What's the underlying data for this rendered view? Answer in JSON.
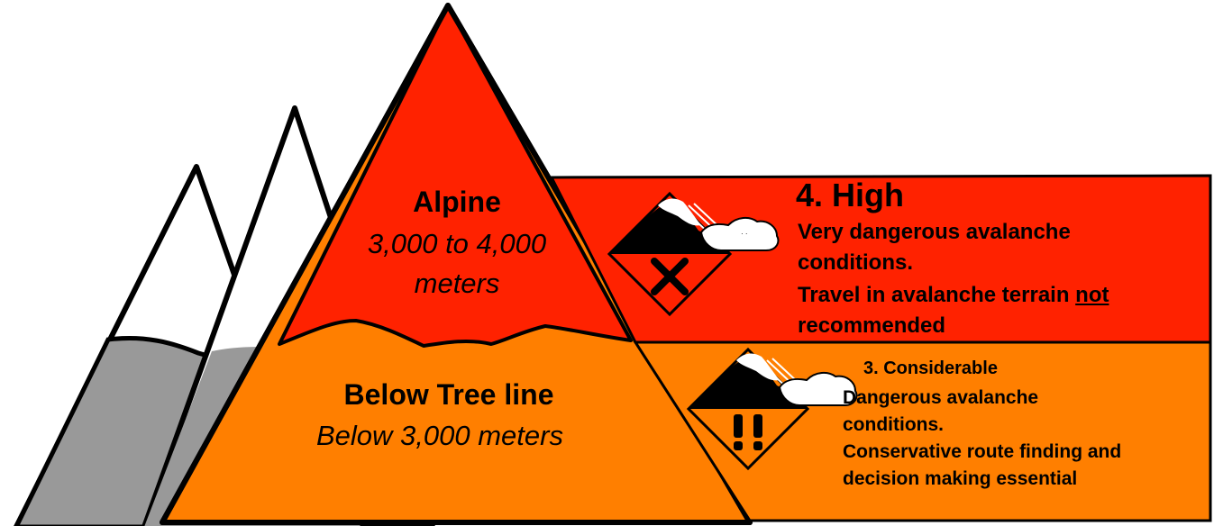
{
  "zones": {
    "alpine": {
      "name": "Alpine",
      "range_line1": "3,000 to 4,000",
      "range_line2": "meters"
    },
    "below_tree_line": {
      "name": "Below Tree line",
      "range": "Below 3,000 meters"
    }
  },
  "danger": {
    "high": {
      "title": "4. High",
      "line1": "Very dangerous avalanche",
      "line2": "conditions.",
      "line3_before": "Travel in avalanche terrain ",
      "line3_underlined": "not",
      "line4": "recommended",
      "icon": "avalanche-high-danger-icon",
      "symbol": "x-mark",
      "color": "#ff2200"
    },
    "considerable": {
      "title": "3. Considerable",
      "line1": "Dangerous avalanche",
      "line2": "conditions.",
      "line3": "Conservative route finding and",
      "line4": "decision making essential",
      "icon": "avalanche-considerable-danger-icon",
      "symbol": "double-exclamation",
      "color": "#ff7f00"
    }
  },
  "colors": {
    "alpine_fill": "#ff2200",
    "below_fill": "#ff7f00",
    "snow_fill": "#ffffff",
    "rock_fill": "#999999",
    "outline": "#000000"
  }
}
